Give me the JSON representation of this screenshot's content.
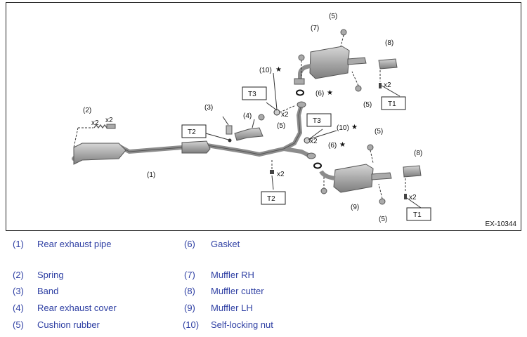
{
  "figure_id": "EX-10344",
  "callouts": {
    "c1": "(1)",
    "c2": "(2)",
    "c3": "(3)",
    "c4": "(4)",
    "c5a": "(5)",
    "c5b": "(5)",
    "c5c": "(5)",
    "c5d": "(5)",
    "c5e": "(5)",
    "c6a": "(6)",
    "c6b": "(6)",
    "c7": "(7)",
    "c8a": "(8)",
    "c8b": "(8)",
    "c9": "(9)",
    "c10a": "(10)",
    "c10b": "(10)"
  },
  "torque_labels": {
    "t2a": "T2",
    "t2b": "T2",
    "t3a": "T3",
    "t3b": "T3",
    "t1a": "T1",
    "t1b": "T1"
  },
  "multipliers": {
    "x2_spring": "x2",
    "x2_spring2": "x2",
    "x2_t3a": "x2",
    "x2_t3b": "x2",
    "x2_t2b": "x2",
    "x2_t1a": "x2",
    "x2_t1b": "x2"
  },
  "star": "★",
  "legend": [
    {
      "num": "(1)",
      "name": "Rear exhaust pipe"
    },
    {
      "num": "(2)",
      "name": "Spring"
    },
    {
      "num": "(3)",
      "name": "Band"
    },
    {
      "num": "(4)",
      "name": "Rear exhaust cover"
    },
    {
      "num": "(5)",
      "name": "Cushion rubber"
    },
    {
      "num": "(6)",
      "name": "Gasket"
    },
    {
      "num": "(7)",
      "name": "Muffler RH"
    },
    {
      "num": "(8)",
      "name": "Muffler cutter"
    },
    {
      "num": "(9)",
      "name": "Muffler LH"
    },
    {
      "num": "(10)",
      "name": "Self-locking nut"
    }
  ],
  "colors": {
    "legend_text": "#2e3fa3",
    "part_fill": "#b9b9b9",
    "part_dark": "#8a8a8a"
  }
}
